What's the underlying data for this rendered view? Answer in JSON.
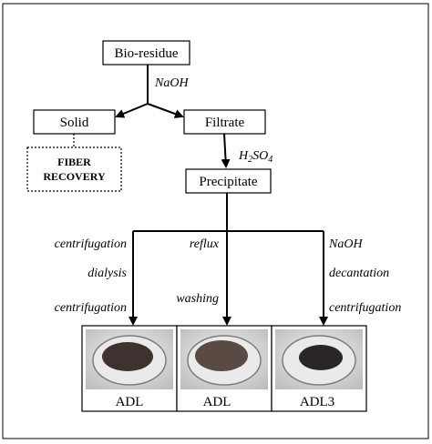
{
  "nodes": {
    "bio_residue": "Bio-residue",
    "solid": "Solid",
    "filtrate": "Filtrate",
    "precipitate": "Precipitate",
    "fiber_recovery_line1": "FIBER",
    "fiber_recovery_line2": "RECOVERY"
  },
  "reagents": {
    "naoh_top": "NaOH",
    "h2so4_base": "H",
    "h2so4_sub2": "2",
    "h2so4_mid": "SO",
    "h2so4_sub4": "4"
  },
  "branches": {
    "left": [
      "centrifugation",
      "dialysis",
      "centrifugation"
    ],
    "center": [
      "reflux",
      "washing"
    ],
    "right": [
      "NaOH",
      "decantation",
      "centrifugation"
    ]
  },
  "samples": [
    "ADL",
    "ADL",
    "ADL3"
  ],
  "colors": {
    "line": "#000000",
    "dish_shadow": "#9a9a9a",
    "sample_left": "#3e3230",
    "sample_center": "#5a4a44",
    "sample_right": "#2a2626"
  }
}
